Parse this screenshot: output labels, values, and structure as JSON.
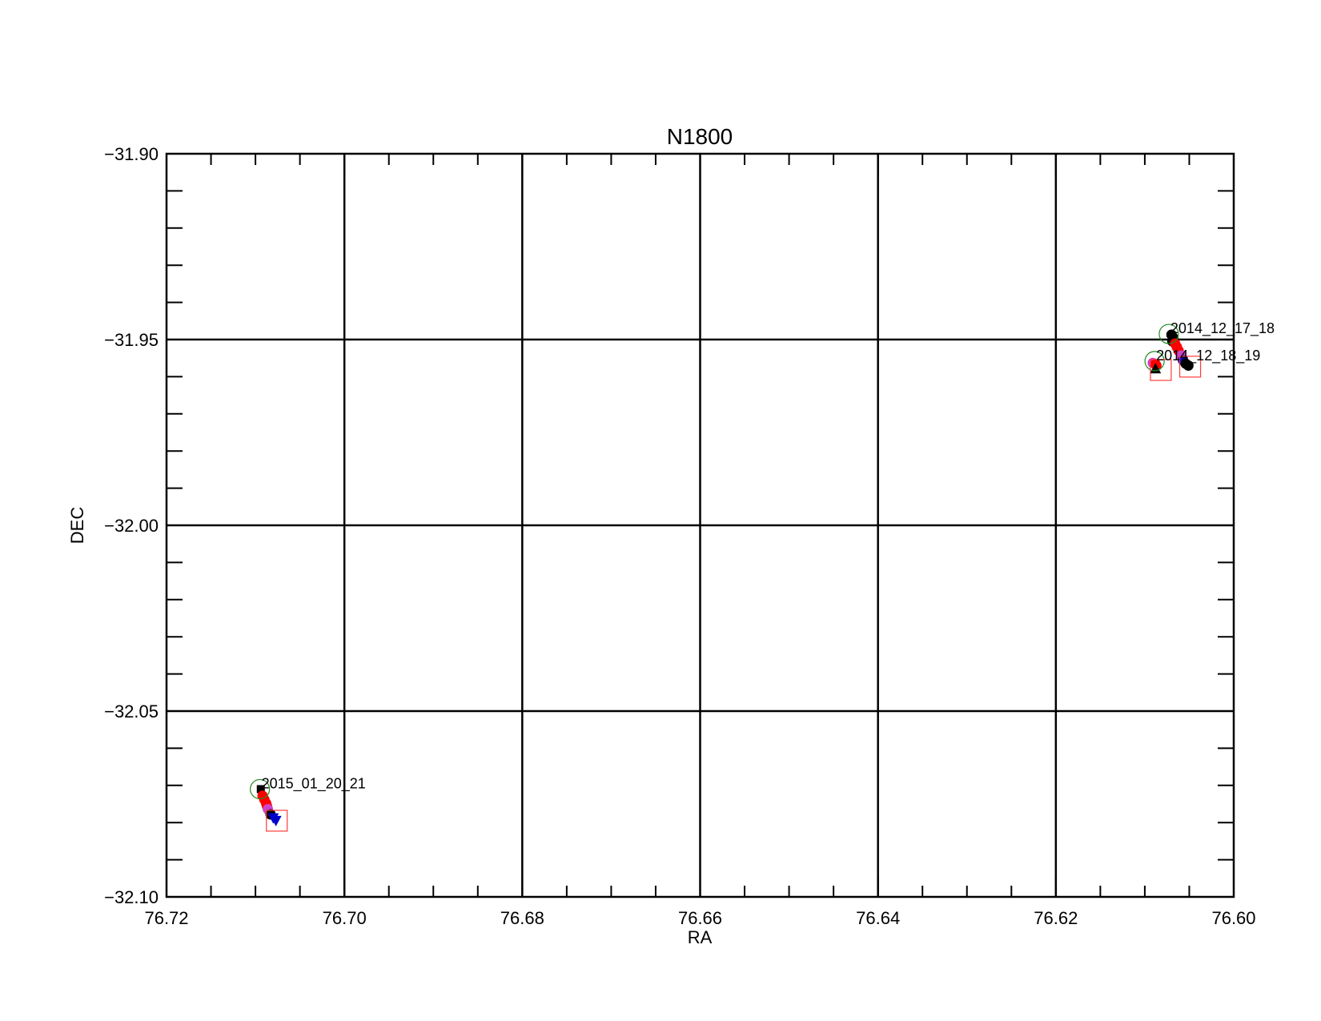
{
  "chart_data": {
    "type": "scatter",
    "title": "N1800",
    "xlabel": "RA",
    "ylabel": "DEC",
    "xlim": [
      76.72,
      76.6
    ],
    "ylim": [
      -32.1,
      -31.9
    ],
    "x_reversed": true,
    "grid": true,
    "x_ticks": [
      76.72,
      76.7,
      76.68,
      76.66,
      76.64,
      76.62,
      76.6
    ],
    "x_tick_labels": [
      "76.72",
      "76.70",
      "76.68",
      "76.66",
      "76.64",
      "76.62",
      "76.60"
    ],
    "x_minor_ticks": [
      76.715,
      76.71,
      76.705,
      76.695,
      76.69,
      76.685,
      76.675,
      76.67,
      76.665,
      76.655,
      76.65,
      76.645,
      76.635,
      76.63,
      76.625,
      76.615,
      76.61,
      76.605
    ],
    "y_ticks": [
      -31.9,
      -31.95,
      -32.0,
      -32.05,
      -32.1
    ],
    "y_tick_labels": [
      "−31.90",
      "−31.95",
      "−32.00",
      "−32.05",
      "−32.10"
    ],
    "y_minor_ticks": [
      -31.91,
      -31.92,
      -31.93,
      -31.94,
      -31.96,
      -31.97,
      -31.98,
      -31.99,
      -32.01,
      -32.02,
      -32.03,
      -32.04,
      -32.06,
      -32.07,
      -32.08,
      -32.09
    ],
    "colors": {
      "start_circle": "#228b22",
      "end_square": "#ff3b3b",
      "black": "#000000",
      "red": "#ff0000",
      "blue": "#0000cc",
      "magenta": "#cc44cc"
    },
    "tracks": [
      {
        "name": "2014_12_17_18",
        "start": [
          76.6073,
          -31.9485
        ],
        "end": [
          76.6049,
          -31.9573
        ],
        "points": [
          {
            "x": 76.607,
            "y": -31.9487,
            "color": "black",
            "marker": "circle"
          },
          {
            "x": 76.6068,
            "y": -31.9495,
            "color": "black",
            "marker": "circle"
          },
          {
            "x": 76.6069,
            "y": -31.9505,
            "color": "black",
            "marker": "circle"
          },
          {
            "x": 76.6066,
            "y": -31.9511,
            "color": "red",
            "marker": "circle"
          },
          {
            "x": 76.6064,
            "y": -31.952,
            "color": "red",
            "marker": "circle"
          },
          {
            "x": 76.6062,
            "y": -31.953,
            "color": "red",
            "marker": "circle"
          },
          {
            "x": 76.6059,
            "y": -31.9543,
            "color": "magenta",
            "marker": "circle"
          },
          {
            "x": 76.6057,
            "y": -31.9556,
            "color": "blue",
            "marker": "circle"
          },
          {
            "x": 76.6054,
            "y": -31.9565,
            "color": "black",
            "marker": "circle"
          },
          {
            "x": 76.6051,
            "y": -31.957,
            "color": "black",
            "marker": "circle"
          }
        ]
      },
      {
        "name": "2014_12_18_19",
        "start": [
          76.6089,
          -31.9558
        ],
        "end": [
          76.6082,
          -31.9582
        ],
        "points": [
          {
            "x": 76.6091,
            "y": -31.9563,
            "color": "magenta",
            "marker": "circle"
          },
          {
            "x": 76.6088,
            "y": -31.9566,
            "color": "red",
            "marker": "circle"
          },
          {
            "x": 76.6087,
            "y": -31.957,
            "color": "red",
            "marker": "circle"
          },
          {
            "x": 76.6088,
            "y": -31.9578,
            "color": "black",
            "marker": "triangle-up"
          }
        ]
      },
      {
        "name": "2015_01_20_21",
        "start": [
          76.7095,
          -32.071
        ],
        "end": [
          76.7076,
          -32.0795
        ],
        "points": [
          {
            "x": 76.7094,
            "y": -32.071,
            "color": "black",
            "marker": "square"
          },
          {
            "x": 76.7092,
            "y": -32.0728,
            "color": "red",
            "marker": "circle"
          },
          {
            "x": 76.709,
            "y": -32.0738,
            "color": "red",
            "marker": "circle"
          },
          {
            "x": 76.7088,
            "y": -32.0748,
            "color": "red",
            "marker": "circle"
          },
          {
            "x": 76.7087,
            "y": -32.0756,
            "color": "red",
            "marker": "circle"
          },
          {
            "x": 76.7086,
            "y": -32.0764,
            "color": "magenta",
            "marker": "circle"
          },
          {
            "x": 76.7083,
            "y": -32.0778,
            "color": "black",
            "marker": "circle"
          },
          {
            "x": 76.708,
            "y": -32.0788,
            "color": "blue",
            "marker": "triangle-down"
          },
          {
            "x": 76.7077,
            "y": -32.0795,
            "color": "blue",
            "marker": "triangle-down"
          }
        ]
      }
    ]
  }
}
